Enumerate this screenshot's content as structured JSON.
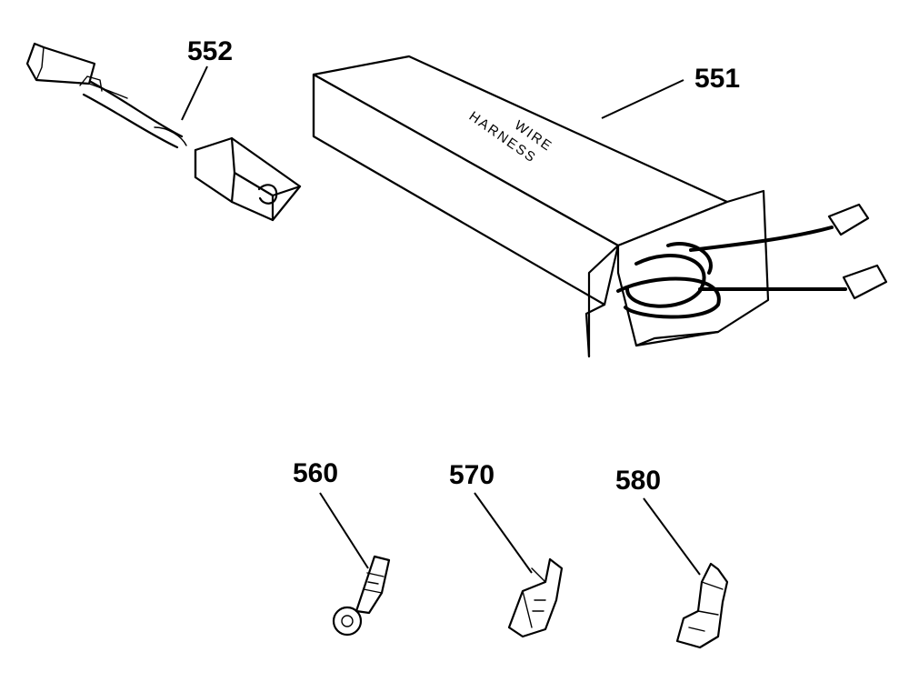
{
  "callouts": {
    "part_551": "551",
    "part_552": "552",
    "part_560": "560",
    "part_570": "570",
    "part_580": "580"
  },
  "box_label": {
    "line1": "WIRE",
    "line2": "HARNESS"
  }
}
